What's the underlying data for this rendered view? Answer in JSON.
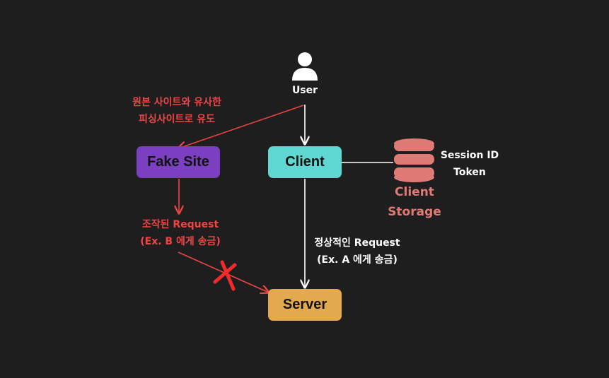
{
  "user": {
    "label": "User"
  },
  "nodes": {
    "fake_site": "Fake Site",
    "client": "Client",
    "server": "Server"
  },
  "labels": {
    "phishing_line1": "원본 사이트와 유사한",
    "phishing_line2": "피싱사이트로 유도",
    "forged_line1": "조작된 Request",
    "forged_line2": "(Ex. B 에게 송금)",
    "normal_line1": "정상적인 Request",
    "normal_line2": "(Ex. A 에게 송금)",
    "session_line1": "Session ID",
    "session_line2": "Token",
    "storage_line1": "Client",
    "storage_line2": "Storage"
  },
  "icons": {
    "user": "user-icon",
    "storage": "database-icon",
    "blocked": "x-mark-icon"
  },
  "colors": {
    "background": "#1e1e1e",
    "fake_site": "#7b3fc2",
    "client": "#5fd8d4",
    "server": "#e2a94f",
    "red": "#ef4444",
    "storage": "#e07a76"
  }
}
